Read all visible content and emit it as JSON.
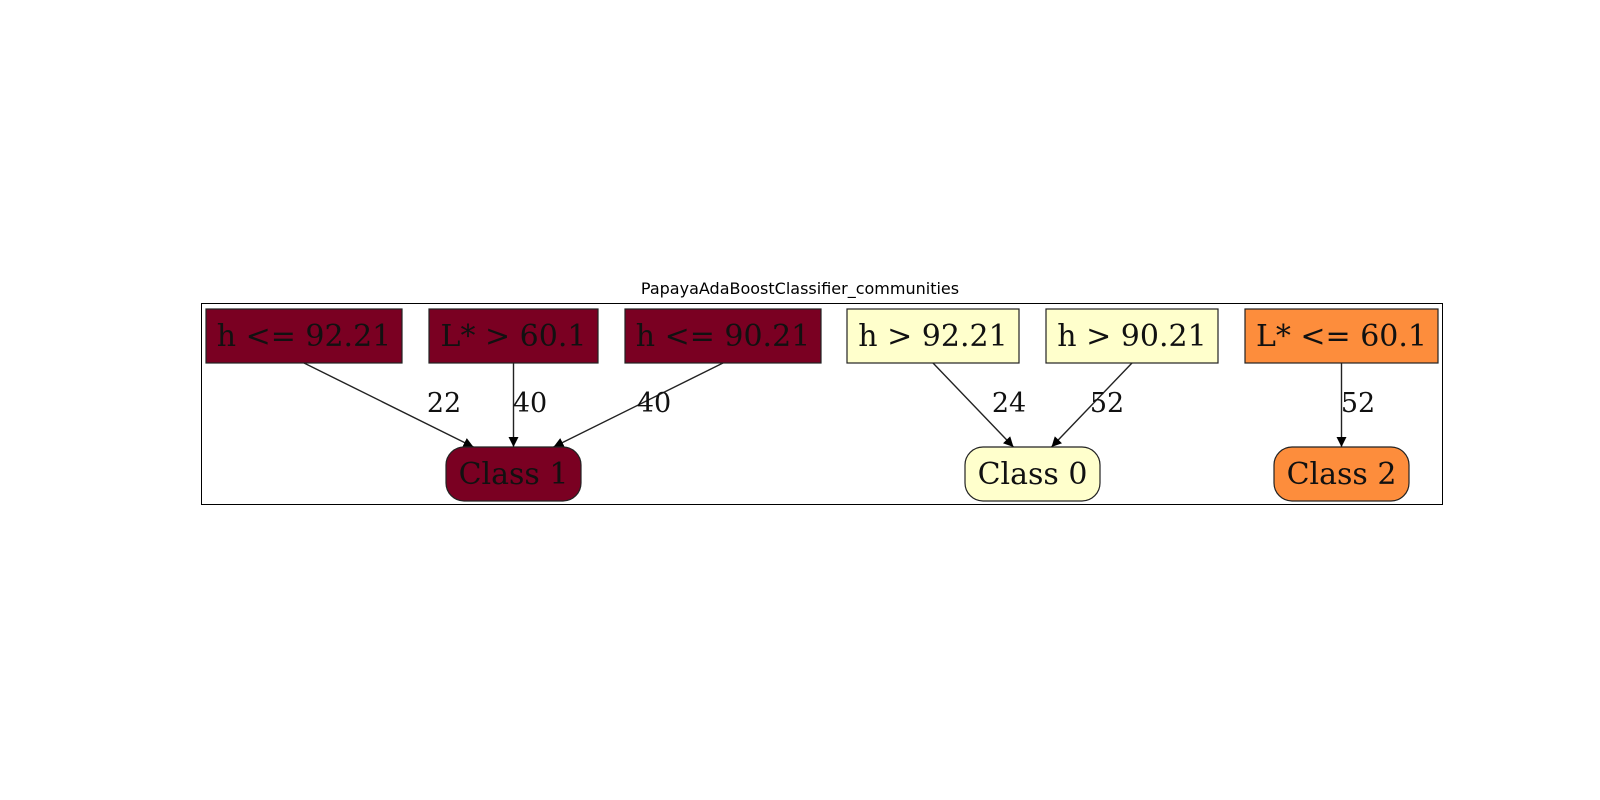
{
  "title": "PapayaAdaBoostClassifier_communities",
  "colors": {
    "class_1": "#7a0022",
    "class_0": "#ffffcc",
    "class_2": "#fd8d3c",
    "edge": "#222222"
  },
  "rules": [
    {
      "id": "r1",
      "label": "h <= 92.21",
      "class": "class_1"
    },
    {
      "id": "r2",
      "label": "L* > 60.1",
      "class": "class_1"
    },
    {
      "id": "r3",
      "label": "h <= 90.21",
      "class": "class_1"
    },
    {
      "id": "r4",
      "label": "h > 92.21",
      "class": "class_0"
    },
    {
      "id": "r5",
      "label": "h > 90.21",
      "class": "class_0"
    },
    {
      "id": "r6",
      "label": "L* <= 60.1",
      "class": "class_2"
    }
  ],
  "classes": [
    {
      "id": "class_1",
      "label": "Class 1"
    },
    {
      "id": "class_0",
      "label": "Class 0"
    },
    {
      "id": "class_2",
      "label": "Class 2"
    }
  ],
  "edges": [
    {
      "from": "r1",
      "to": "class_1",
      "label": "22"
    },
    {
      "from": "r2",
      "to": "class_1",
      "label": "40"
    },
    {
      "from": "r3",
      "to": "class_1",
      "label": "40"
    },
    {
      "from": "r4",
      "to": "class_0",
      "label": "24"
    },
    {
      "from": "r5",
      "to": "class_0",
      "label": "52"
    },
    {
      "from": "r6",
      "to": "class_2",
      "label": "52"
    }
  ]
}
